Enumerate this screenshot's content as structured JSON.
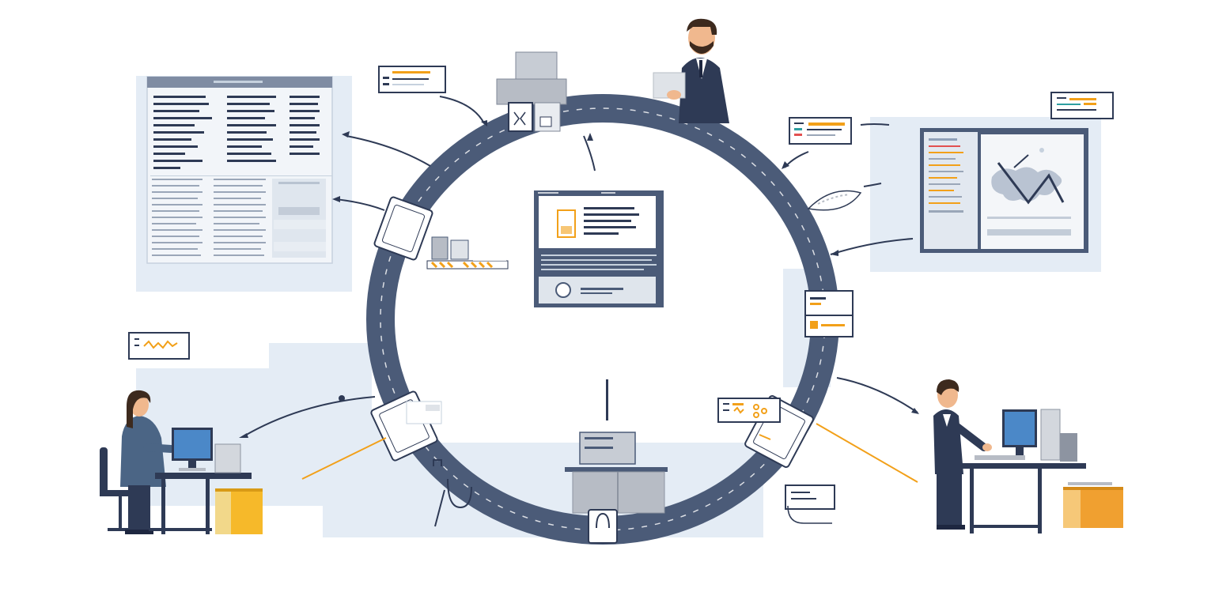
{
  "diagram": {
    "palette": {
      "navy": "#4b5b78",
      "dark_navy": "#2e3a55",
      "light_blue": "#e4ecf5",
      "panel_blue": "#d7e2ee",
      "orange": "#f2a019",
      "amber": "#f6b92a",
      "grey": "#b7bcc5",
      "white": "#ffffff"
    },
    "icons": [
      "document-panel-icon",
      "map-dashboard-icon",
      "printer-icon",
      "server-icon",
      "computer-workstation-icon",
      "cardboard-box-icon",
      "monitor-screen-icon",
      "person-icon"
    ],
    "people": [
      "businessman-holding-document",
      "woman-at-computer",
      "man-at-computer"
    ]
  }
}
